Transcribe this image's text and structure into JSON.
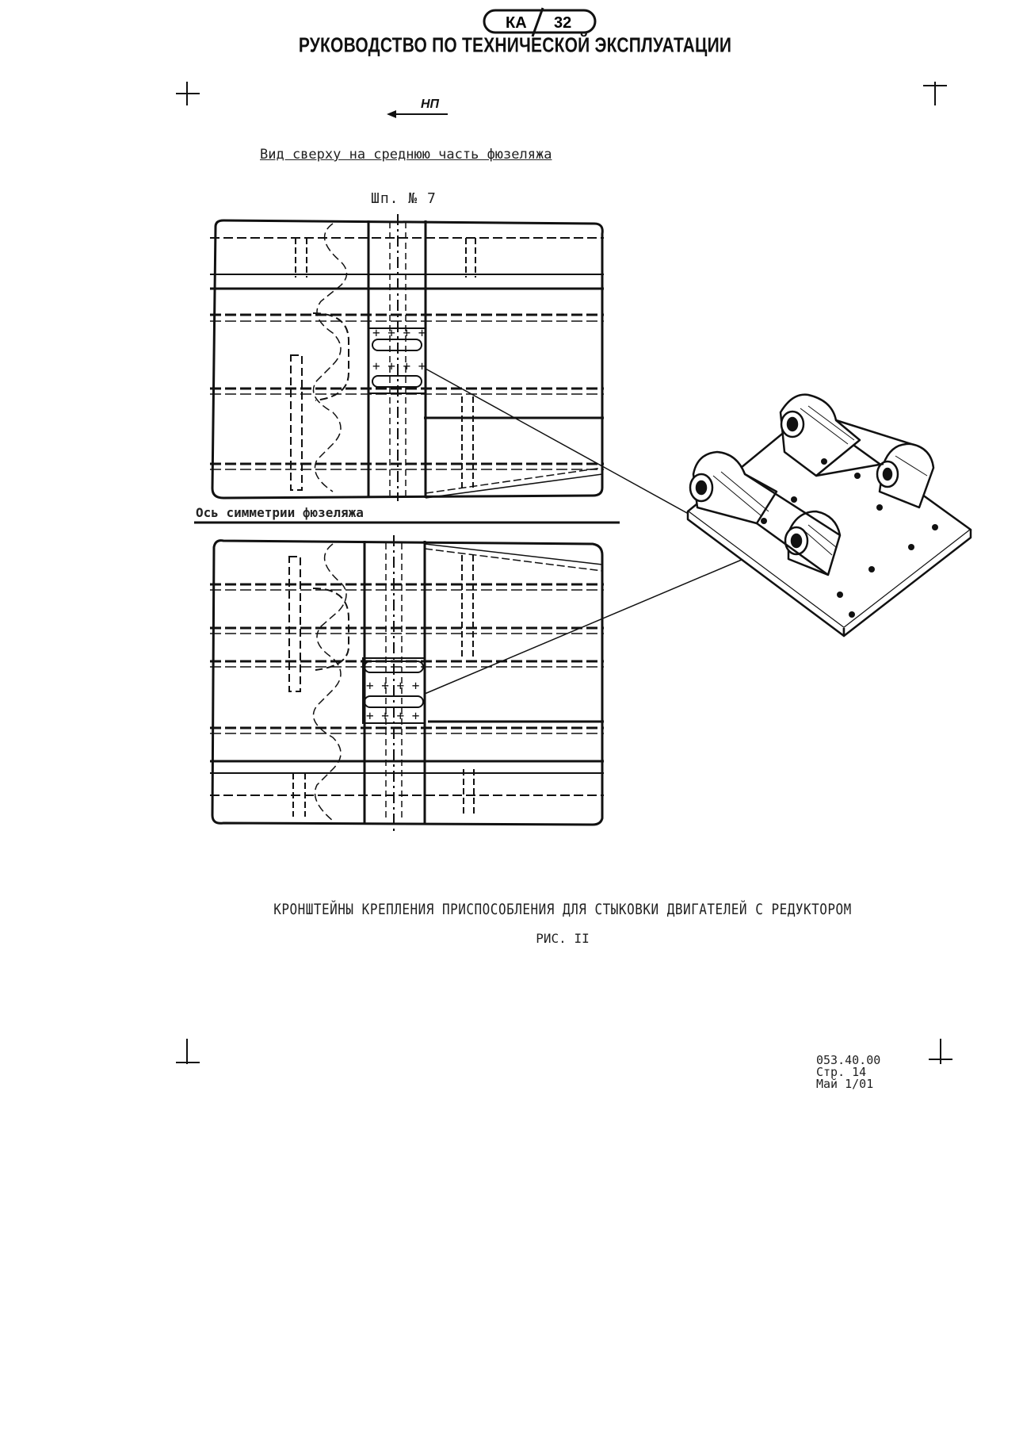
{
  "header": {
    "logo_left": "КА",
    "logo_right": "32",
    "title": "РУКОВОДСТВО ПО ТЕХНИЧЕСКОЙ ЭКСПЛУАТАЦИИ"
  },
  "drawing": {
    "direction_label": "НП",
    "view_title": "Вид сверху на среднюю часть фюзеляжа",
    "frame_label": "Шп. № 7",
    "axis_label": "Ось симметрии фюзеляжа"
  },
  "caption": {
    "text": "КРОНШТЕЙНЫ КРЕПЛЕНИЯ ПРИСПОСОБЛЕНИЯ ДЛЯ СТЫКОВКИ ДВИГАТЕЛЕЙ С РЕДУКТОРОМ",
    "figure": "РИС. II"
  },
  "doc_info": {
    "code": "053.40.00",
    "page": "Стр. 14",
    "revision": "Май 1/01"
  }
}
